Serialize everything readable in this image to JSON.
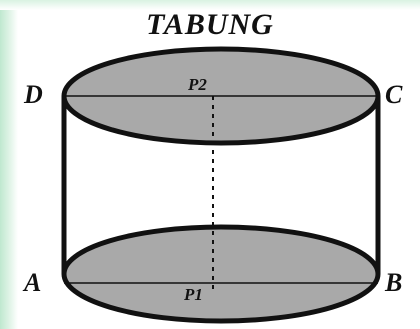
{
  "title": "TABUNG",
  "points": {
    "A": "A",
    "B": "B",
    "C": "C",
    "D": "D",
    "P1": "P1",
    "P2": "P2"
  },
  "colors": {
    "ellipse_fill": "#a9a9a9",
    "line": "#111111",
    "background": "#ffffff",
    "edge_tint": "#bfe8cf"
  }
}
